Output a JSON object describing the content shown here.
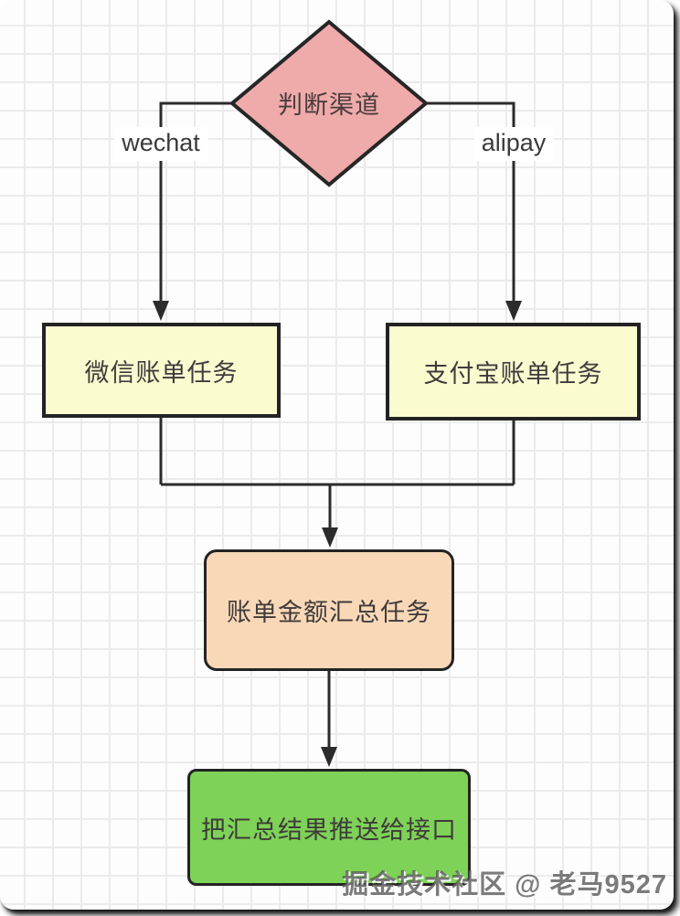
{
  "flowchart": {
    "nodes": [
      {
        "id": "decision",
        "type": "diamond",
        "label": "判断渠道",
        "fill": "#efaaaa"
      },
      {
        "id": "wechat-task",
        "type": "rect",
        "label": "微信账单任务",
        "fill": "#fbfbd0"
      },
      {
        "id": "alipay-task",
        "type": "rect",
        "label": "支付宝账单任务",
        "fill": "#fbfbd0"
      },
      {
        "id": "sum-task",
        "type": "rounded-rect",
        "label": "账单金额汇总任务",
        "fill": "#f9d8b7"
      },
      {
        "id": "push-task",
        "type": "rounded-rect",
        "label": "把汇总结果推送给接口",
        "fill": "#7ed257"
      }
    ],
    "edges": [
      {
        "from": "decision",
        "to": "wechat-task",
        "label": "wechat"
      },
      {
        "from": "decision",
        "to": "alipay-task",
        "label": "alipay"
      },
      {
        "from": "wechat-task",
        "to": "sum-task",
        "label": ""
      },
      {
        "from": "alipay-task",
        "to": "sum-task",
        "label": ""
      },
      {
        "from": "sum-task",
        "to": "push-task",
        "label": ""
      }
    ],
    "stroke_color": "#2b2b2b",
    "border_color": "#232323",
    "grid_color": "#ebebeb",
    "background_color": "#fdfdfd"
  },
  "watermark": {
    "text": "掘金技术社区 @ 老马9527"
  }
}
